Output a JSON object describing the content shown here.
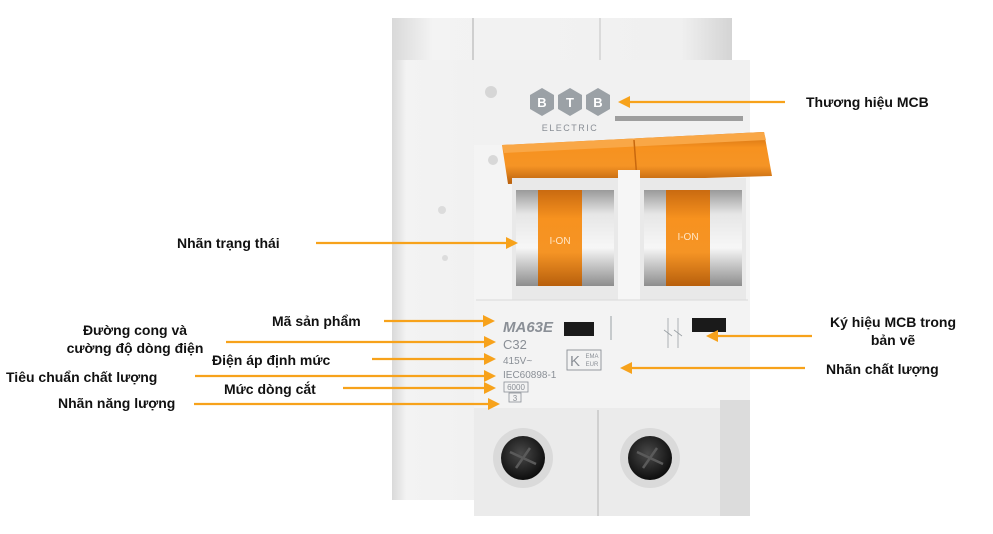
{
  "device": {
    "brand_letters": [
      "B",
      "T",
      "B"
    ],
    "brand_sub": "ELECTRIC",
    "toggle_text": "I-ON",
    "model": "MA63E",
    "curve_rating": "C32",
    "voltage": "415V~",
    "standard": "IEC60898-1",
    "breaking_capacity": "6000",
    "energy_class": "3",
    "cert_lines": [
      "K",
      "EMA",
      "EUR"
    ]
  },
  "labels": {
    "brand": "Thương hiệu MCB",
    "status": "Nhãn trạng thái",
    "product_code": "Mã sản phẩm",
    "curve_line1": "Đường cong và",
    "curve_line2": "cường độ dòng điện",
    "voltage": "Điện áp định mức",
    "standard": "Tiêu chuẩn chất lượng",
    "breaking": "Mức dòng cắt",
    "energy": "Nhãn năng lượng",
    "symbol_line1": "Ký hiệu MCB trong",
    "symbol_line2": "bản vẽ",
    "quality": "Nhãn chất lượng"
  },
  "colors": {
    "accent_arrow": "#f7a21b",
    "handle_orange": "#f28b1e",
    "body": "#eeeeee"
  }
}
